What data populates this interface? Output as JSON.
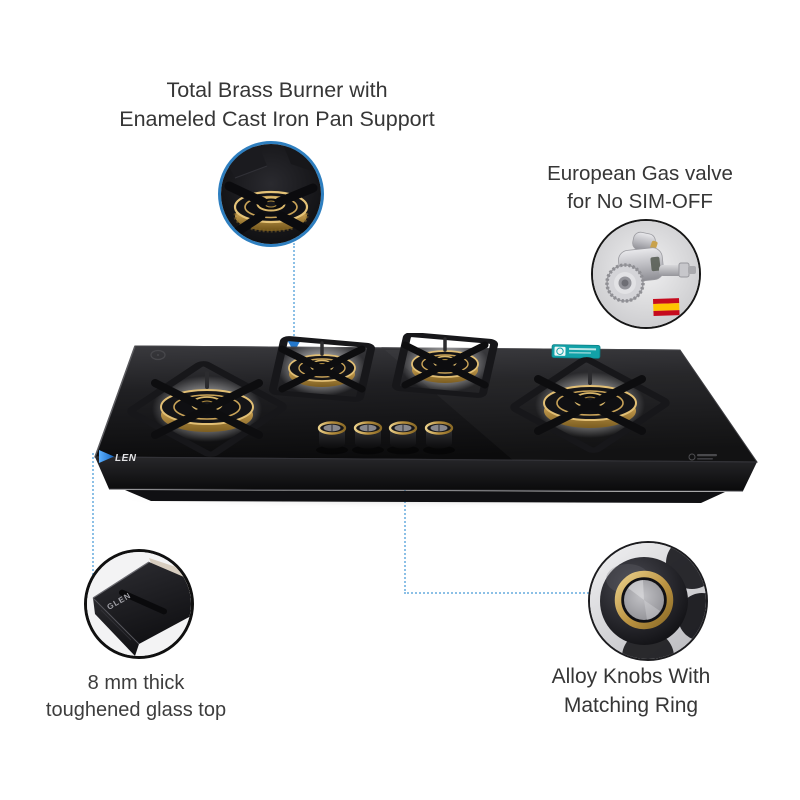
{
  "callouts": {
    "brass_burner": {
      "title": "Total Brass Burner with\nEnameled Cast Iron Pan Support"
    },
    "gas_valve": {
      "title": "European Gas valve\nfor No SIM-OFF"
    },
    "glass_top": {
      "caption": "8 mm thick\ntoughened glass top"
    },
    "alloy_knobs": {
      "caption": "Alloy Knobs With\nMatching Ring"
    }
  },
  "product": {
    "brand_mark": "LEN",
    "glass_engraving": "GLEN",
    "burner_count": "4",
    "knob_count": "4"
  },
  "colors": {
    "accent_arrow_blue": "#2478cc",
    "dotted_line_blue": "#8cc0e6",
    "inset_ring_blue": "#2e7fc0",
    "brass_gold": "#c9a24b",
    "teal_badge": "#12a2a8",
    "flag_red": "#c60b1e",
    "flag_yellow": "#ffc400",
    "text_gray": "#363636"
  },
  "icons": {
    "spain_flag": "spain-flag-icon",
    "brand_triangle": "glen-arrow-icon"
  }
}
